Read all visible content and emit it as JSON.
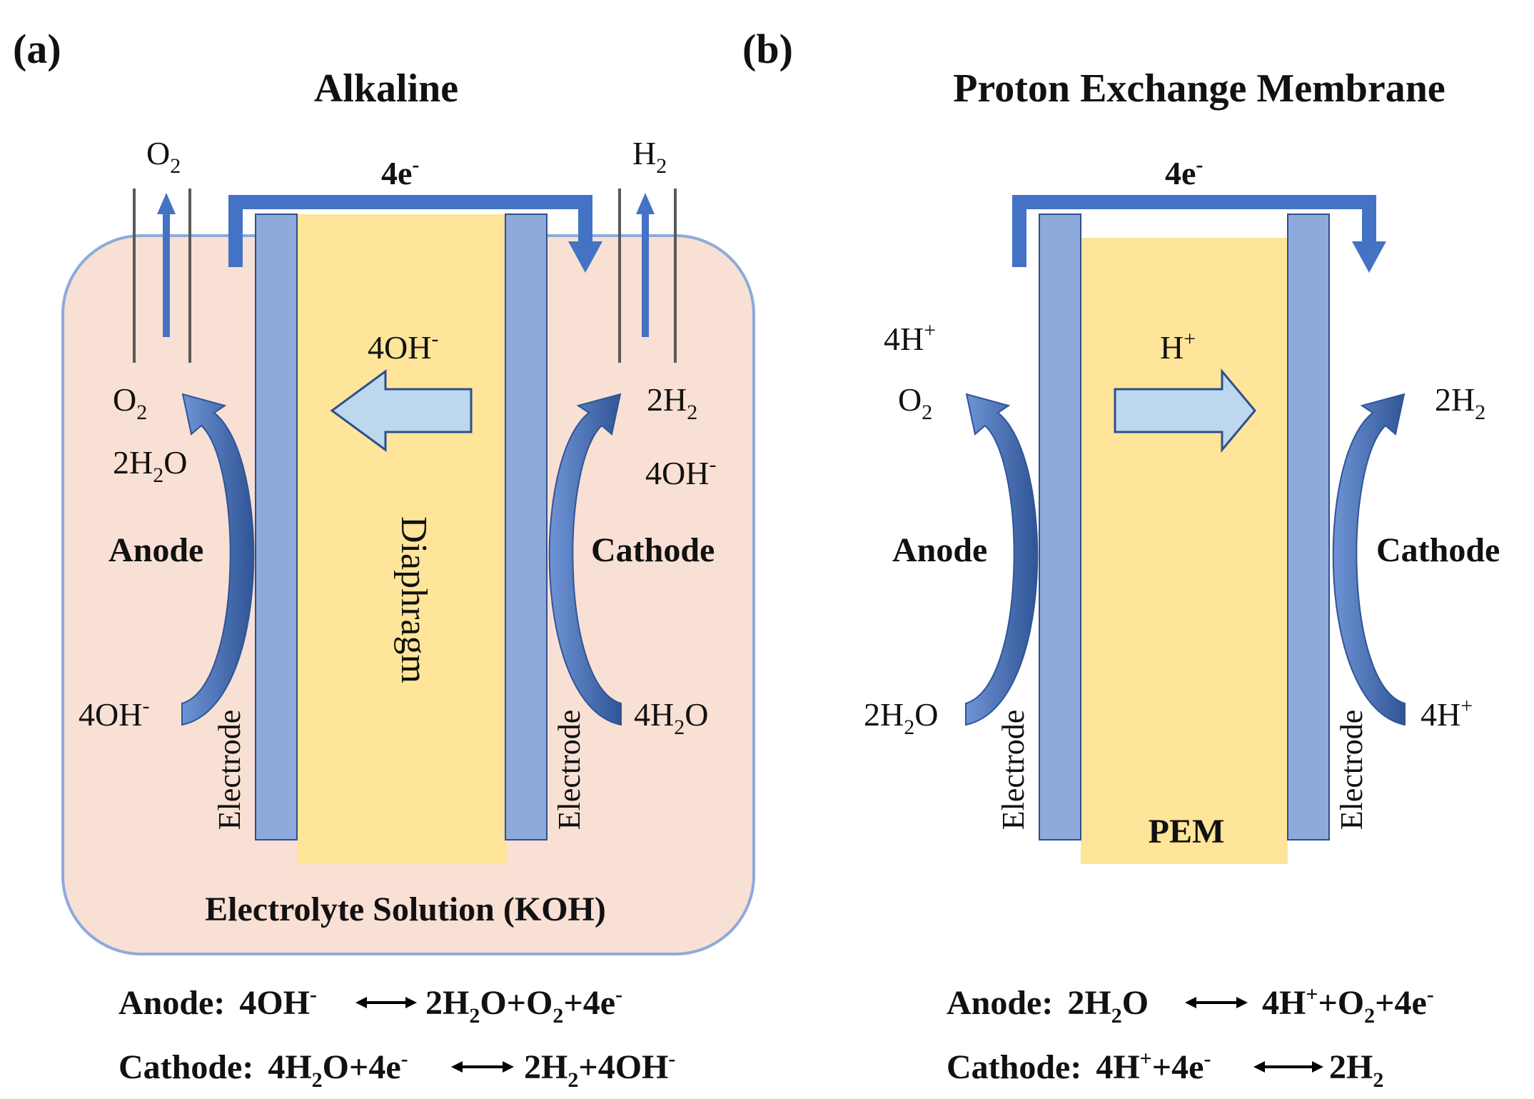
{
  "panel_a": {
    "label": "(a)",
    "title": "Alkaline",
    "electron": {
      "base": "4e",
      "sup": "-"
    },
    "gas_left": {
      "base": "O",
      "sub": "2"
    },
    "gas_right": {
      "base": "H",
      "sub": "2"
    },
    "ion_transport": {
      "base": "4OH",
      "sup": "-"
    },
    "separator": "Diaphragm",
    "anode_label": "Anode",
    "cathode_label": "Cathode",
    "electrode_label": "Electrode",
    "electrolyte": "Electrolyte Solution (KOH)",
    "anode_products": {
      "o2": {
        "base": "O",
        "sub": "2"
      },
      "h2o": {
        "pre": "2H",
        "sub": "2",
        "post": "O"
      }
    },
    "anode_reactant": {
      "base": "4OH",
      "sup": "-"
    },
    "cathode_products": {
      "h2": {
        "base": "2H",
        "sub": "2"
      },
      "oh": {
        "base": "4OH",
        "sup": "-"
      }
    },
    "cathode_reactant": {
      "pre": "4H",
      "sub": "2",
      "post": "O"
    },
    "eq_anode": {
      "label": "Anode:",
      "lhs": "4OH",
      "lhs_sup": "-",
      "r1": "2H",
      "r1_sub": "2",
      "r2": "O+O",
      "r2_sub": "2",
      "r3": "+4e",
      "r3_sup": "-"
    },
    "eq_cathode": {
      "label": "Cathode:",
      "l1": "4H",
      "l1_sub": "2",
      "l2": "O+4e",
      "l2_sup": "-",
      "r1": "2H",
      "r1_sub": "2",
      "r2": "+4OH",
      "r2_sup": "-"
    }
  },
  "panel_b": {
    "label": "(b)",
    "title": "Proton Exchange Membrane",
    "electron": {
      "base": "4e",
      "sup": "-"
    },
    "ion_transport": {
      "base": "H",
      "sup": "+"
    },
    "separator": "PEM",
    "anode_label": "Anode",
    "cathode_label": "Cathode",
    "electrode_label": "Electrode",
    "anode_products": {
      "h": {
        "base": "4H",
        "sup": "+"
      },
      "o2": {
        "base": "O",
        "sub": "2"
      }
    },
    "anode_reactant": {
      "pre": "2H",
      "sub": "2",
      "post": "O"
    },
    "cathode_product": {
      "base": "2H",
      "sub": "2"
    },
    "cathode_reactant": {
      "base": "4H",
      "sup": "+"
    },
    "eq_anode": {
      "label": "Anode:",
      "l1": "2H",
      "l1_sub": "2",
      "l2": "O",
      "r1": "4H",
      "r1_sup": "+",
      "r2": "+O",
      "r2_sub": "2",
      "r3": "+4e",
      "r3_sup": "-"
    },
    "eq_cathode": {
      "label": "Cathode:",
      "l1": "4H",
      "l1_sup": "+",
      "l2": "+4e",
      "l2_sup": "-",
      "r1": "2H",
      "r1_sub": "2"
    }
  },
  "colors": {
    "electrolyte_fill": "#f9e0d4",
    "electrolyte_stroke": "#8eaadb",
    "separator": "#fee599",
    "electrode": "#8eaadb",
    "electron_path": "#4472c4",
    "ion_arrow_fill": "#bdd7ee",
    "curved_arrow": "#2f5597",
    "tube": "#595959"
  }
}
